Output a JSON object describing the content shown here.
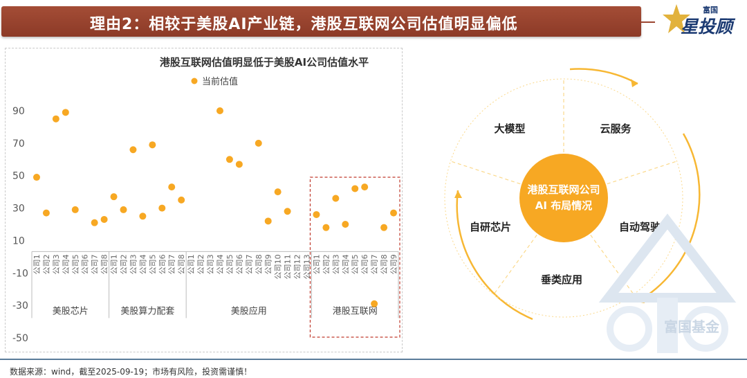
{
  "banner": {
    "title": "理由2：相较于美股AI产业链，港股互联网公司估值明显偏低"
  },
  "logo": {
    "small": "富国",
    "big": "星投顾"
  },
  "watermark": "富国基金",
  "footer": {
    "text": "数据来源：wind，截至2025-09-19；市场有风险，投资需谨慎！"
  },
  "colors": {
    "accent": "#f7a823",
    "banner": "#9c4530",
    "highlight_border": "#c0392b",
    "brand": "#1b3a72"
  },
  "chart_data": {
    "type": "scatter",
    "title": "港股互联网估值明显低于美股AI公司估值水平",
    "legend": {
      "position": "top",
      "entries": [
        "当前估值"
      ]
    },
    "yticks": [
      90,
      70,
      50,
      30,
      10,
      -10,
      -30,
      -50
    ],
    "ylim": [
      -50,
      90
    ],
    "grid": false,
    "groups": [
      {
        "name": "美股芯片",
        "categories": [
          "公司1",
          "公司2",
          "公司3",
          "公司4",
          "公司5",
          "公司6",
          "公司7",
          "公司8"
        ],
        "values": [
          49,
          27,
          85,
          89,
          29,
          0,
          21,
          23
        ],
        "missing": [
          5
        ]
      },
      {
        "name": "美股算力配套",
        "categories": [
          "公司1",
          "公司2",
          "公司3",
          "公司4",
          "公司5",
          "公司6",
          "公司7",
          "公司8"
        ],
        "values": [
          37,
          29,
          66,
          25,
          69,
          30,
          43,
          35
        ]
      },
      {
        "name": "美股应用",
        "categories": [
          "公司1",
          "公司2",
          "公司3",
          "公司4",
          "公司5",
          "公司6",
          "公司7",
          "公司8",
          "公司9",
          "公司10",
          "公司11",
          "公司12",
          "公司13"
        ],
        "values": [
          0,
          0,
          0,
          90,
          60,
          57,
          0,
          70,
          22,
          40,
          28,
          0,
          0
        ],
        "missing": [
          0,
          1,
          2,
          6,
          11,
          12
        ]
      },
      {
        "name": "港股互联网",
        "categories": [
          "公司1",
          "公司2",
          "公司3",
          "公司4",
          "公司5",
          "公司6",
          "公司7",
          "公司8",
          "公司9"
        ],
        "values": [
          26,
          18,
          36,
          20,
          42,
          43,
          -29,
          18,
          27
        ],
        "highlight": true
      }
    ]
  },
  "diagram": {
    "center": [
      "港股互联网公司",
      "AI 布局情况"
    ],
    "segments": [
      "云服务",
      "自动驾驶",
      "垂类应用",
      "自研芯片",
      "大模型"
    ]
  }
}
